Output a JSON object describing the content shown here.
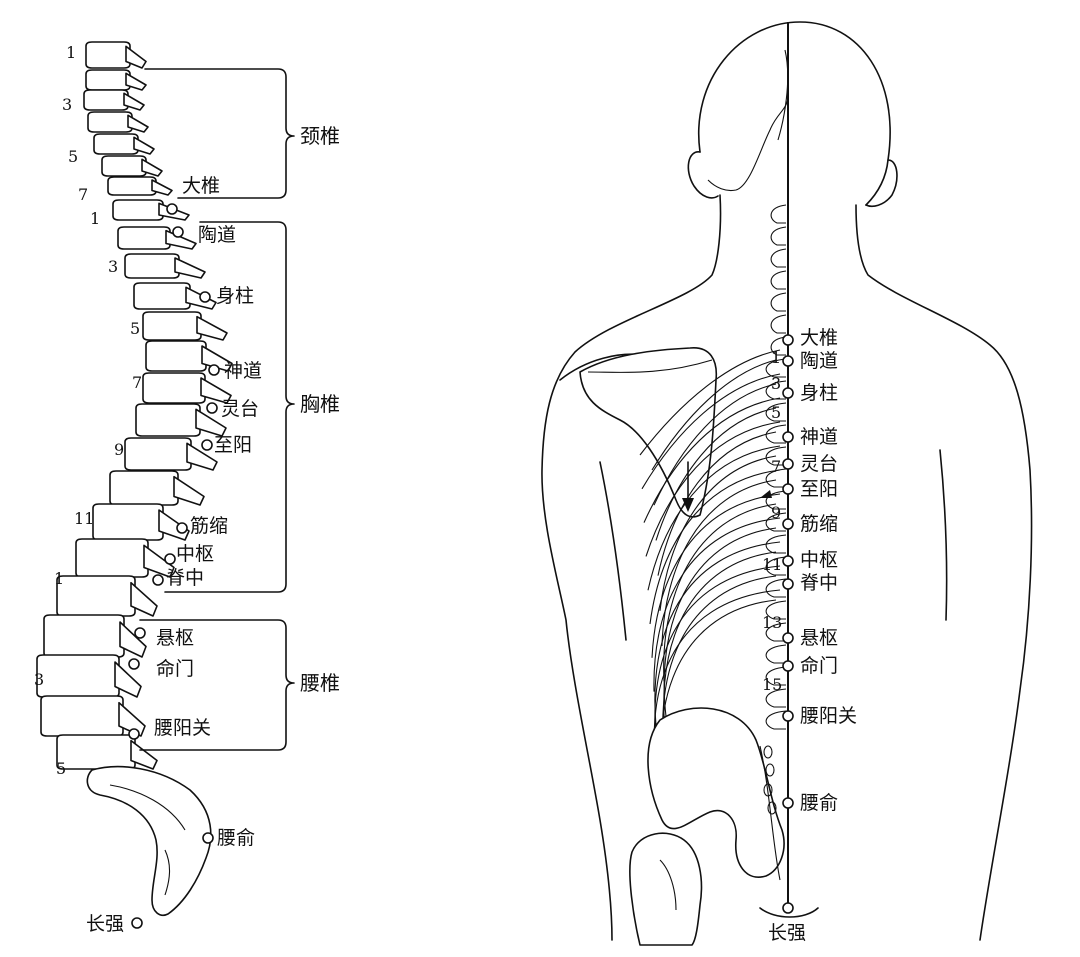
{
  "sections": {
    "cervical": "颈椎",
    "thoracic": "胸椎",
    "lumbar": "腰椎"
  },
  "left_vertebra_numbers": [
    "1",
    "3",
    "5",
    "7",
    "1",
    "3",
    "5",
    "7",
    "9",
    "11",
    "1",
    "3",
    "5"
  ],
  "right_vertebra_numbers": [
    "1",
    "3",
    "5",
    "7",
    "9",
    "11",
    "13",
    "15"
  ],
  "acupoints": [
    {
      "id": "dazhui",
      "label": "大椎"
    },
    {
      "id": "taodao",
      "label": "陶道"
    },
    {
      "id": "shenzhu",
      "label": "身柱"
    },
    {
      "id": "shendao",
      "label": "神道"
    },
    {
      "id": "lingtai",
      "label": "灵台"
    },
    {
      "id": "zhiyang",
      "label": "至阳"
    },
    {
      "id": "jinsuo",
      "label": "筋缩"
    },
    {
      "id": "zhongshu",
      "label": "中枢"
    },
    {
      "id": "jizhong",
      "label": "脊中"
    },
    {
      "id": "xuanshu",
      "label": "悬枢"
    },
    {
      "id": "mingmen",
      "label": "命门"
    },
    {
      "id": "yaoyangguan",
      "label": "腰阳关"
    },
    {
      "id": "yaoshu",
      "label": "腰俞"
    },
    {
      "id": "changqiang",
      "label": "长强"
    }
  ]
}
